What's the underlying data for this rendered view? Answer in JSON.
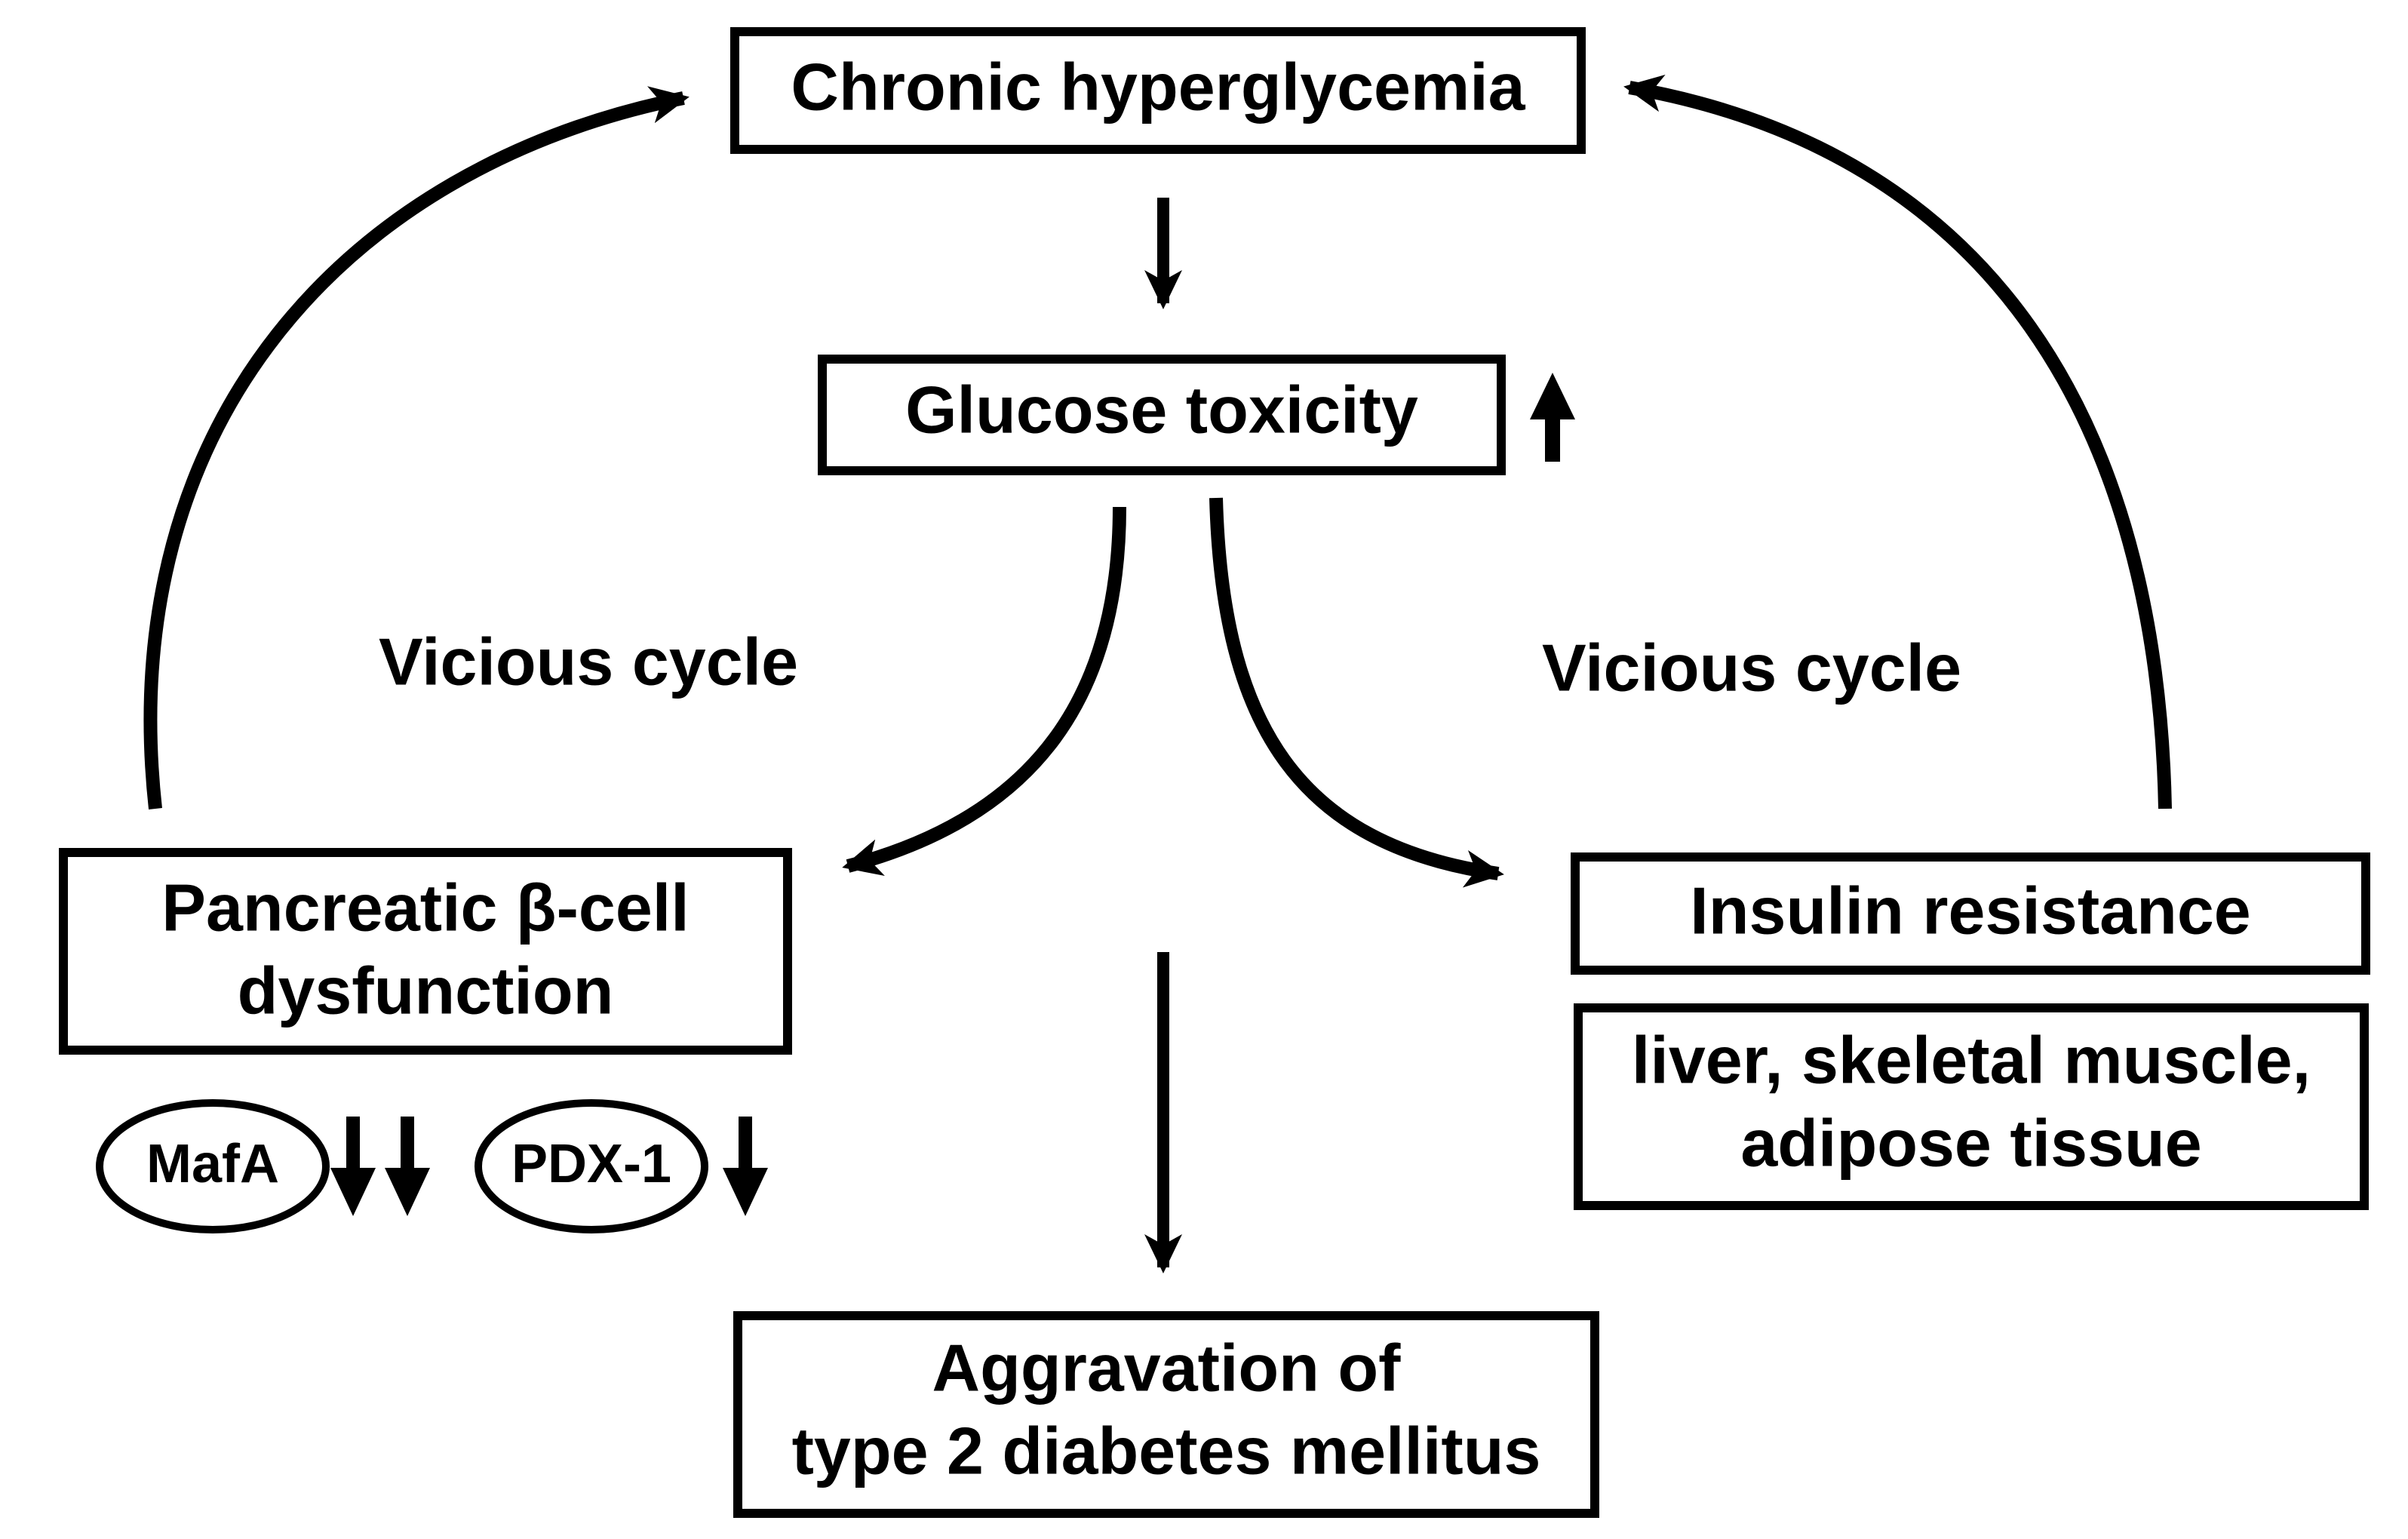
{
  "diagram": {
    "nodes": {
      "chronic_hyperglycemia": "Chronic hyperglycemia",
      "glucose_toxicity": "Glucose toxicity",
      "beta_cell_line1": "Pancreatic β-cell",
      "beta_cell_line2": "dysfunction",
      "insulin_resistance": "Insulin resistance",
      "tissues_line1": "liver, skeletal muscle,",
      "tissues_line2": "adipose tissue",
      "aggravation_line1": "Aggravation of",
      "aggravation_line2": "type 2 diabetes mellitus"
    },
    "labels": {
      "vicious_cycle_left": "Vicious cycle",
      "vicious_cycle_right": "Vicious cycle"
    },
    "markers": {
      "mafa": "MafA",
      "pdx1": "PDX-1"
    },
    "colors": {
      "ink": "#000000",
      "background": "#ffffff"
    }
  }
}
